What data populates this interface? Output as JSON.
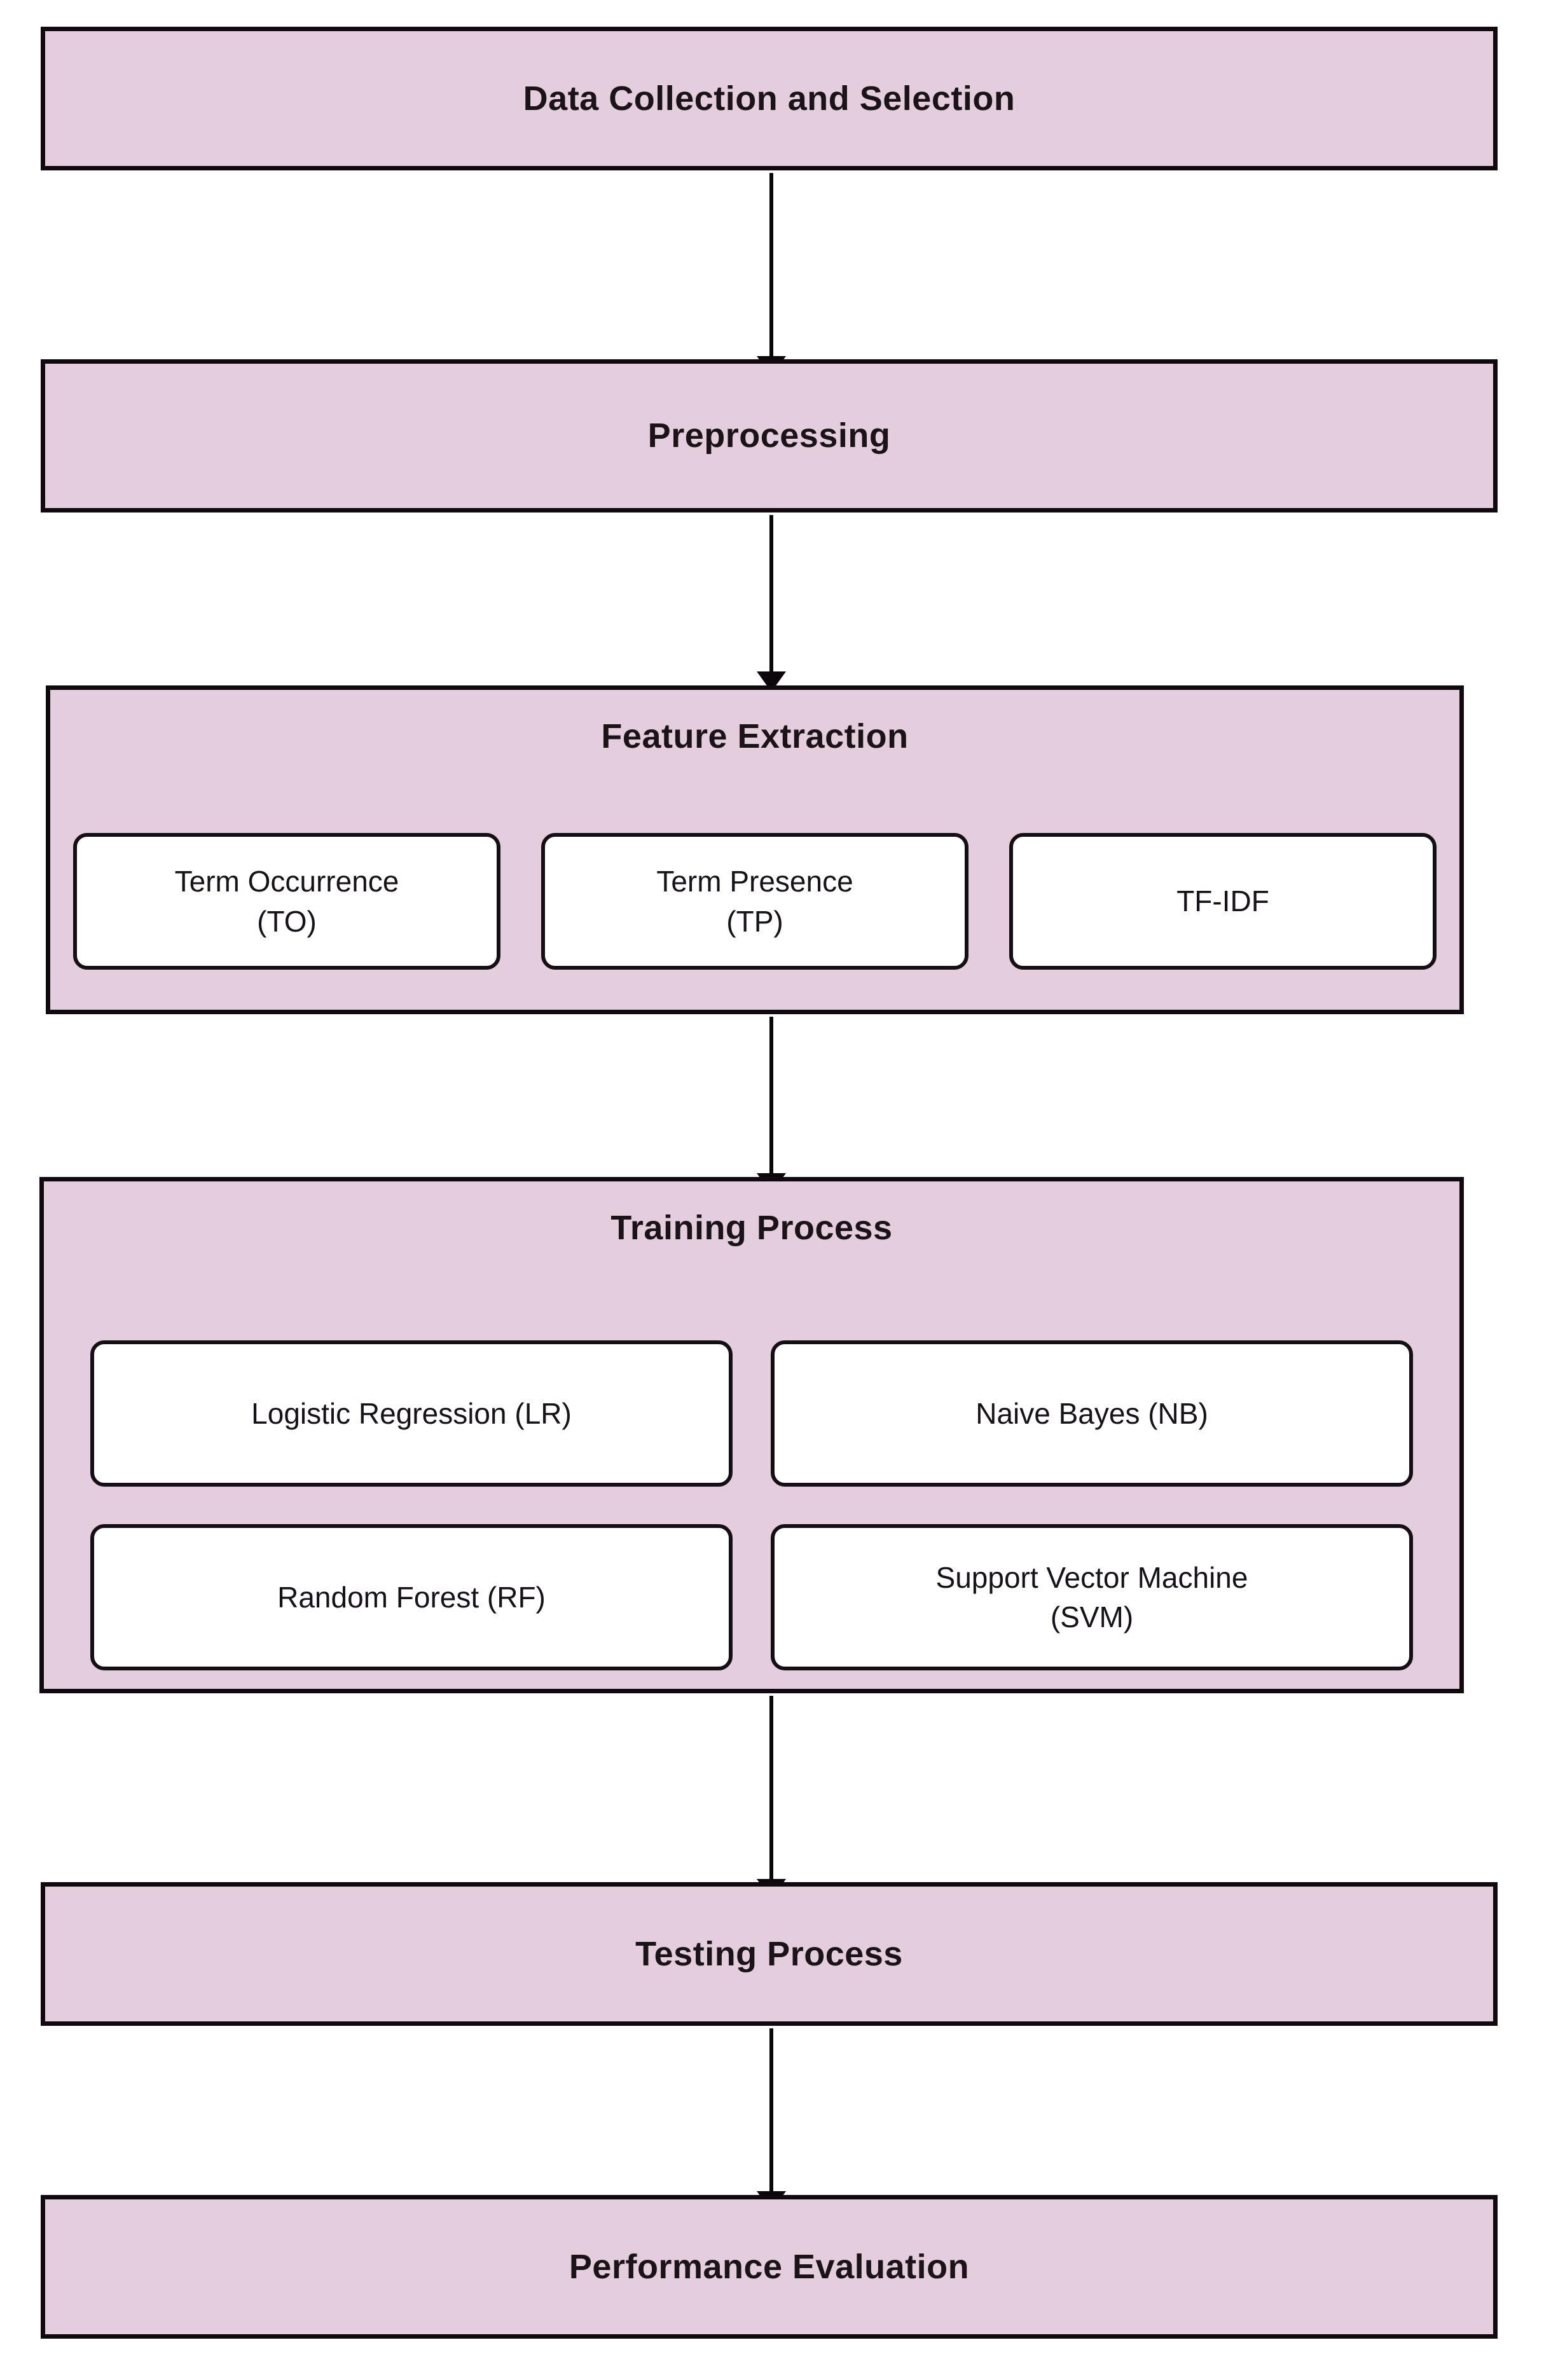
{
  "diagram": {
    "type": "flowchart",
    "orientation": "vertical-top-to-bottom",
    "colors": {
      "stage_fill": "#e4cede",
      "stage_border": "#100a10",
      "subbox_fill": "#ffffff",
      "subbox_border": "#140f14",
      "text": "#17121a",
      "arrow": "#0b070b",
      "page_background": "#ffffff"
    },
    "stages": [
      {
        "id": "data-collection-and-selection",
        "title": "Data Collection and Selection",
        "children": []
      },
      {
        "id": "preprocessing",
        "title": "Preprocessing",
        "children": []
      },
      {
        "id": "feature-extraction",
        "title": "Feature Extraction",
        "children": [
          {
            "id": "term-occurrence",
            "label": "Term Occurrence\n(TO)",
            "line1": "Term Occurrence",
            "line2": "(TO)"
          },
          {
            "id": "term-presence",
            "label": "Term Presence\n(TP)",
            "line1": "Term Presence",
            "line2": "(TP)"
          },
          {
            "id": "tf-idf",
            "label": "TF-IDF",
            "line1": "TF-IDF",
            "line2": ""
          }
        ]
      },
      {
        "id": "training-process",
        "title": "Training Process",
        "children": [
          {
            "id": "logistic-regression",
            "label": "Logistic Regression (LR)",
            "line1": "Logistic Regression (LR)",
            "line2": ""
          },
          {
            "id": "naive-bayes",
            "label": "Naive Bayes (NB)",
            "line1": "Naive Bayes (NB)",
            "line2": ""
          },
          {
            "id": "random-forest",
            "label": "Random Forest (RF)",
            "line1": "Random Forest (RF)",
            "line2": ""
          },
          {
            "id": "support-vector-machine",
            "label": "Support Vector Machine\n(SVM)",
            "line1": "Support Vector Machine",
            "line2": "(SVM)"
          }
        ]
      },
      {
        "id": "testing-process",
        "title": "Testing Process",
        "children": []
      },
      {
        "id": "performance-evaluation",
        "title": "Performance Evaluation",
        "children": []
      }
    ],
    "connections": [
      {
        "from": "data-collection-and-selection",
        "to": "preprocessing"
      },
      {
        "from": "preprocessing",
        "to": "feature-extraction"
      },
      {
        "from": "feature-extraction",
        "to": "training-process"
      },
      {
        "from": "training-process",
        "to": "testing-process"
      },
      {
        "from": "testing-process",
        "to": "performance-evaluation"
      }
    ]
  }
}
